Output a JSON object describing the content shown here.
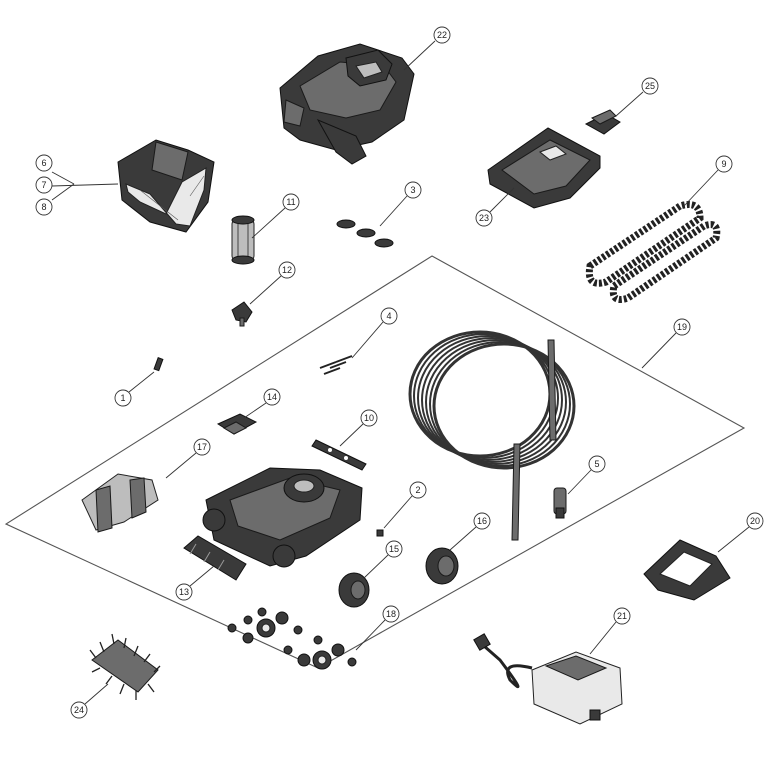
{
  "callouts": [
    {
      "id": "c22",
      "label": "22"
    },
    {
      "id": "c25",
      "label": "25"
    },
    {
      "id": "c6",
      "label": "6"
    },
    {
      "id": "c7",
      "label": "7"
    },
    {
      "id": "c8",
      "label": "8"
    },
    {
      "id": "c9",
      "label": "9"
    },
    {
      "id": "c3",
      "label": "3"
    },
    {
      "id": "c11",
      "label": "11"
    },
    {
      "id": "c23",
      "label": "23"
    },
    {
      "id": "c12",
      "label": "12"
    },
    {
      "id": "c4",
      "label": "4"
    },
    {
      "id": "c19",
      "label": "19"
    },
    {
      "id": "c1",
      "label": "1"
    },
    {
      "id": "c14",
      "label": "14"
    },
    {
      "id": "c10",
      "label": "10"
    },
    {
      "id": "c17",
      "label": "17"
    },
    {
      "id": "c5",
      "label": "5"
    },
    {
      "id": "c2",
      "label": "2"
    },
    {
      "id": "c20",
      "label": "20"
    },
    {
      "id": "c16",
      "label": "16"
    },
    {
      "id": "c15",
      "label": "15"
    },
    {
      "id": "c13",
      "label": "13"
    },
    {
      "id": "c18",
      "label": "18"
    },
    {
      "id": "c21",
      "label": "21"
    },
    {
      "id": "c24",
      "label": "24"
    }
  ]
}
